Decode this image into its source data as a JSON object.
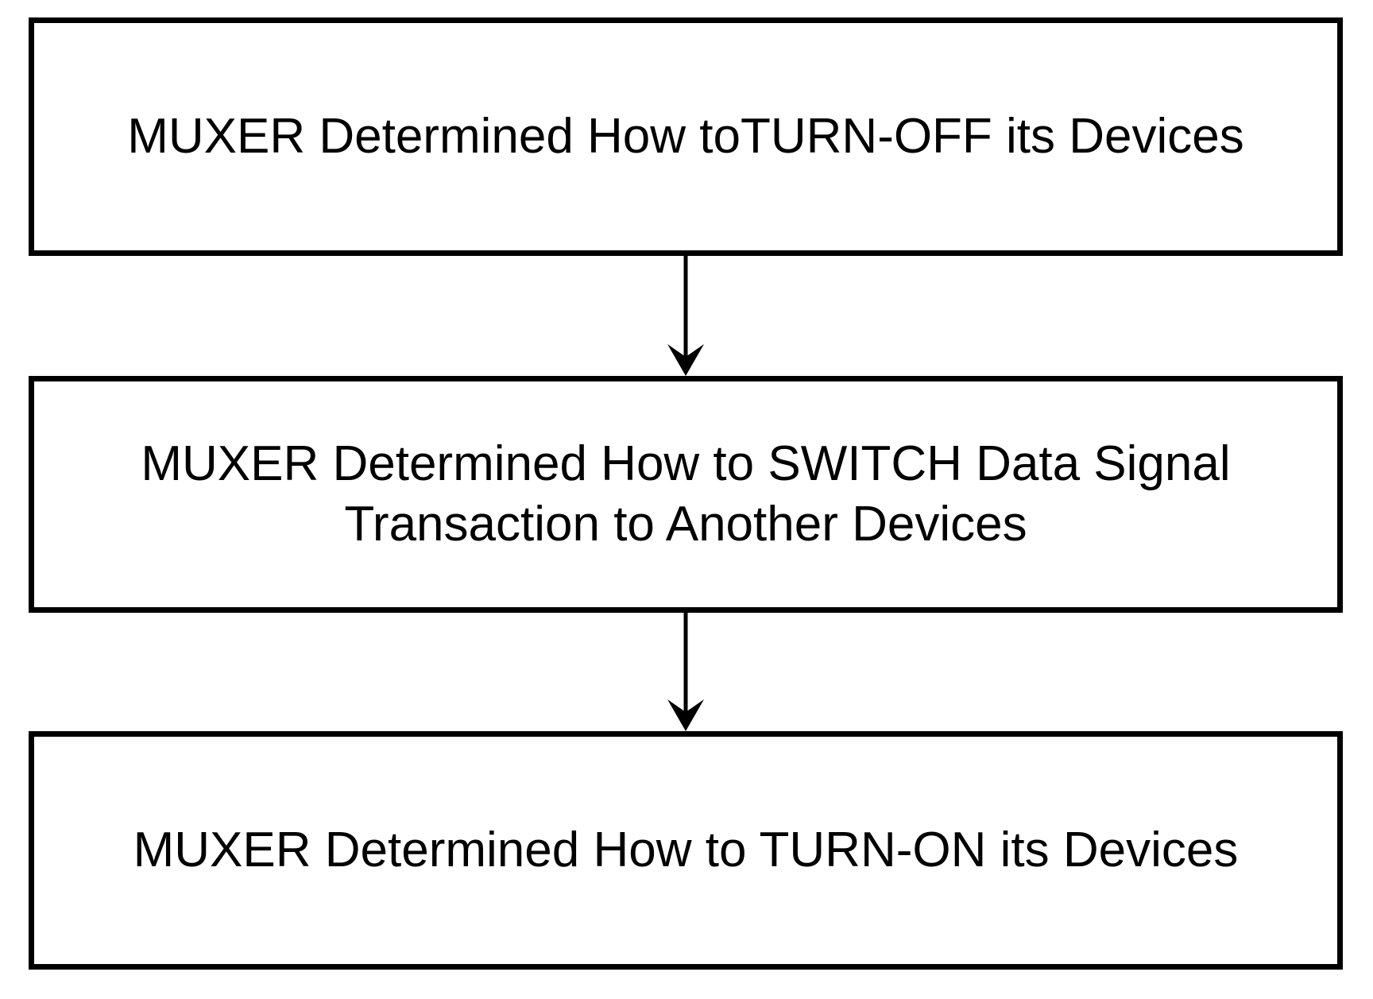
{
  "colors": {
    "background": "#ffffff",
    "line": "#000000",
    "text": "#000000"
  },
  "diagram": {
    "type": "flowchart",
    "direction": "top-down",
    "boxes": [
      {
        "id": "step-1",
        "label": "MUXER Determined How toTURN-OFF its Devices"
      },
      {
        "id": "step-2",
        "label": "MUXER Determined How to SWITCH Data Signal Transaction to Another Devices"
      },
      {
        "id": "step-3",
        "label": "MUXER Determined How to TURN-ON its Devices"
      }
    ],
    "connectors": [
      {
        "from": "step-1",
        "to": "step-2",
        "style": "arrow-down"
      },
      {
        "from": "step-2",
        "to": "step-3",
        "style": "arrow-down"
      }
    ]
  }
}
